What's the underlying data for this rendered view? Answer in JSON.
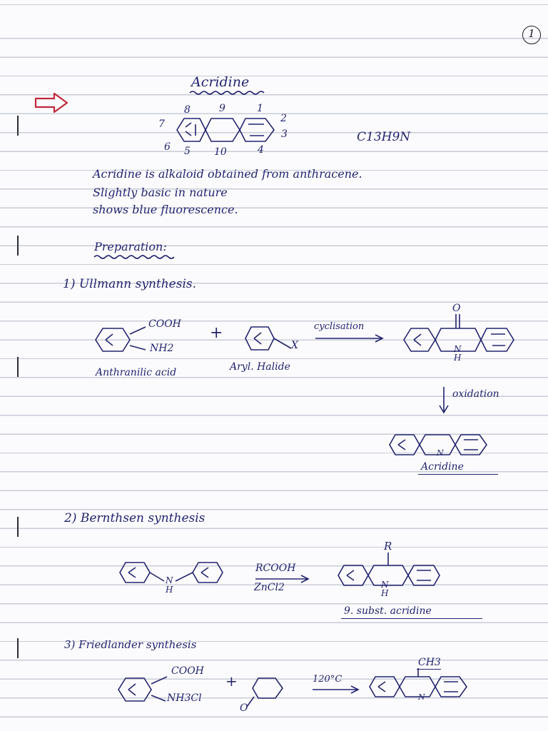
{
  "page": {
    "number": "1",
    "title": "Acridine",
    "formula": "C13H9N",
    "ring_numbers": [
      "8",
      "9",
      "1",
      "7",
      "2",
      "3",
      "6",
      "5",
      "10",
      "4"
    ],
    "description": [
      "Acridine is alkaloid obtained from anthracene.",
      "Slightly basic in nature",
      "shows blue fluorescence."
    ],
    "preparation_heading": "Preparation:",
    "colors": {
      "ink": "#23246e",
      "arrow": "#c0283a",
      "rule": "#c9ccd6"
    }
  },
  "ullmann": {
    "heading": "1) Ullmann synthesis.",
    "reactant1_group1": "COOH",
    "reactant1_group2": "NH2",
    "plus": "+",
    "reactant2_group": "X",
    "reactant1_label": "Anthranilic acid",
    "reactant2_label": "Aryl. Halide",
    "arrow1_label": "cyclisation",
    "product_top": "O",
    "product_n": "N",
    "product_h": "H",
    "arrow2_label": "oxidation",
    "final_n": "N",
    "final_label": "Acridine"
  },
  "bernthsen": {
    "heading": "2) Bernthsen synthesis",
    "reactant_n": "N",
    "reactant_h": "H",
    "reagent1": "RCOOH",
    "reagent2": "ZnCl2",
    "product_r": "R",
    "product_n": "N",
    "product_h": "H",
    "product_label": "9. subst. acridine"
  },
  "friedlander": {
    "heading": "3) Friedlander synthesis",
    "reactant1_group1": "COOH",
    "reactant1_group2": "NH3Cl",
    "plus": "+",
    "reactant2_group": "O",
    "condition": "120°C",
    "product_group": "CH3",
    "product_n": "N"
  }
}
